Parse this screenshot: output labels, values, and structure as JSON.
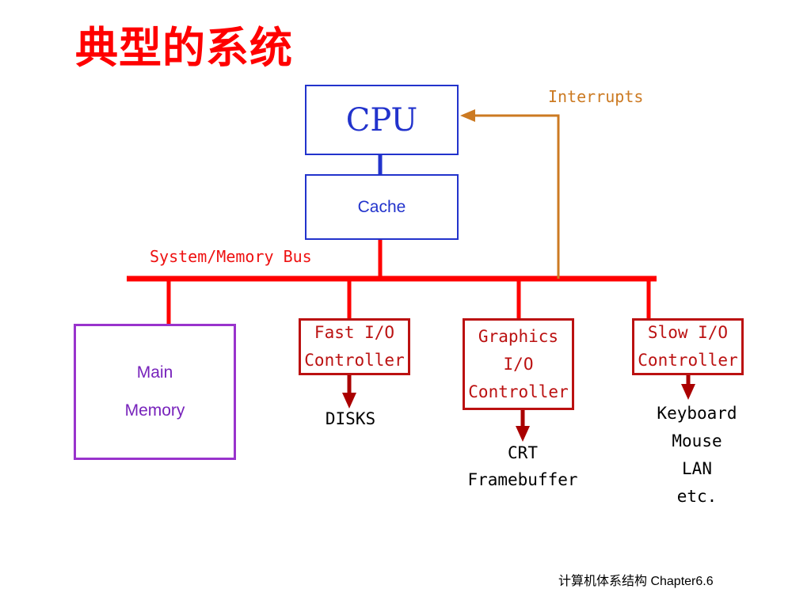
{
  "slide": {
    "title": "典型的系统",
    "footer": "计算机体系结构 Chapter6.6"
  },
  "diagram": {
    "cpu": "CPU",
    "cache": "Cache",
    "bus_label": "System/Memory Bus",
    "interrupts_label": "Interrupts",
    "main_memory": {
      "line1": "Main",
      "line2": "Memory"
    },
    "fast_io": {
      "line1": "Fast I/O",
      "line2": "Controller"
    },
    "graphics_io": {
      "line1": "Graphics",
      "line2": "I/O",
      "line3": "Controller"
    },
    "slow_io": {
      "line1": "Slow I/O",
      "line2": "Controller"
    },
    "disks": "DISKS",
    "crt": {
      "line1": "CRT",
      "line2": "Framebuffer"
    },
    "slow_devices": [
      "Keyboard",
      "Mouse",
      "LAN",
      "etc."
    ]
  },
  "colors": {
    "title": "#ff0000",
    "bus": "#ff0000",
    "cpu_cache": "#2233cc",
    "interrupts": "#cc7a22",
    "main_memory": "#9933cc",
    "io_controllers": "#bb1111"
  }
}
